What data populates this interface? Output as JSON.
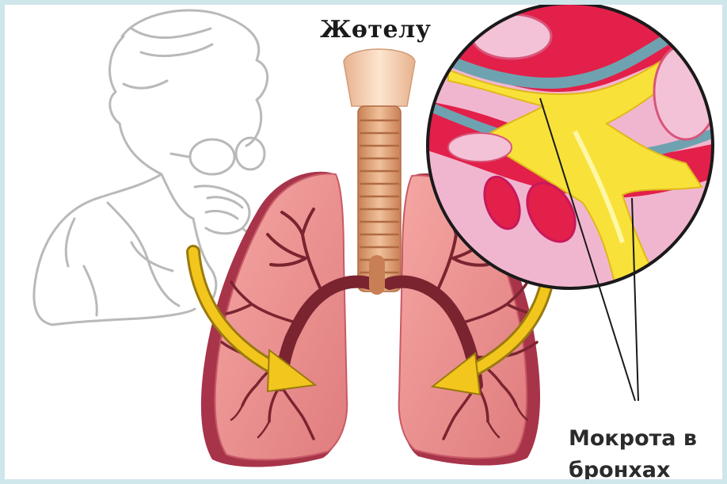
{
  "title": "Жөтелу",
  "callout": {
    "line1": "Мокрота в",
    "line2": "бронхах"
  },
  "colors": {
    "lung": "#ea8e8e",
    "lung_edge": "#a8344a",
    "bronchi": "#7a2430",
    "trachea": "#d9966a",
    "arrow": "#f2c61c",
    "mucus": "#f8e23a",
    "tissue": "#f1b6cf",
    "blood": "#e2204a",
    "sketch": "#b9b9b9"
  }
}
